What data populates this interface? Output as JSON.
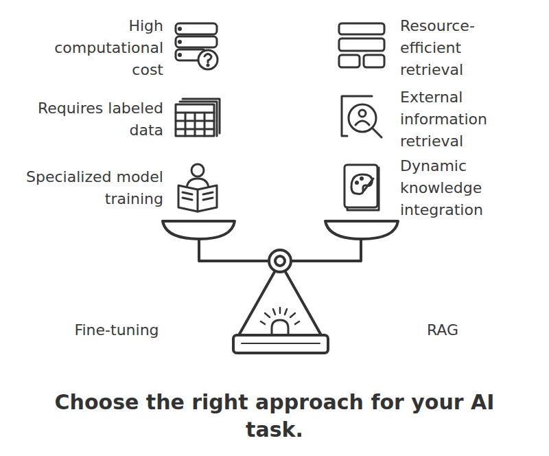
{
  "diagram": {
    "caption": "Choose the right approach for your AI task.",
    "labels": [
      "High computational cost",
      "Requires labeled data",
      "Specialized model training",
      "Resource-efficient retrieval",
      "External information retrieval",
      "Dynamic knowledge integration",
      "Fine-tuning",
      "RAG"
    ]
  }
}
